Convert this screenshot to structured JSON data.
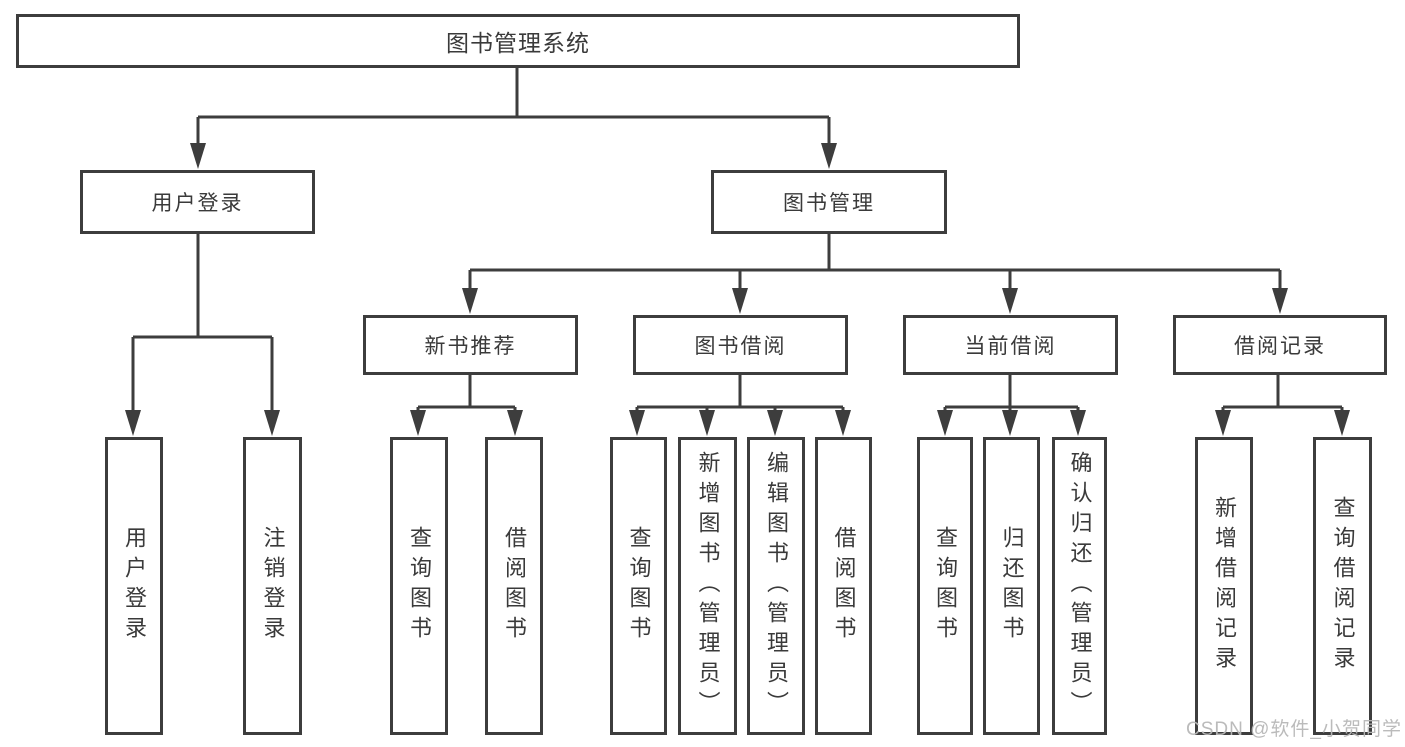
{
  "tree": {
    "root": "图书管理系统",
    "children": [
      {
        "label": "用户登录",
        "children": [
          {
            "label": "用户登录"
          },
          {
            "label": "注销登录"
          }
        ]
      },
      {
        "label": "图书管理",
        "children": [
          {
            "label": "新书推荐",
            "children": [
              {
                "label": "查询图书"
              },
              {
                "label": "借阅图书"
              }
            ]
          },
          {
            "label": "图书借阅",
            "children": [
              {
                "label": "查询图书"
              },
              {
                "label": "新增图书（管理员）"
              },
              {
                "label": "编辑图书（管理员）"
              },
              {
                "label": "借阅图书"
              }
            ]
          },
          {
            "label": "当前借阅",
            "children": [
              {
                "label": "查询图书"
              },
              {
                "label": "归还图书"
              },
              {
                "label": "确认归还（管理员）"
              }
            ]
          },
          {
            "label": "借阅记录",
            "children": [
              {
                "label": "新增借阅记录"
              },
              {
                "label": "查询借阅记录"
              }
            ]
          }
        ]
      }
    ]
  },
  "watermark": {
    "text": "CSDN @软件_小贺同学"
  },
  "colors": {
    "line": "#3d3d3d",
    "text": "#3a3a3a",
    "box_fill": "#ffffff",
    "watermark": "#b7b7b7",
    "background": "#ffffff"
  }
}
